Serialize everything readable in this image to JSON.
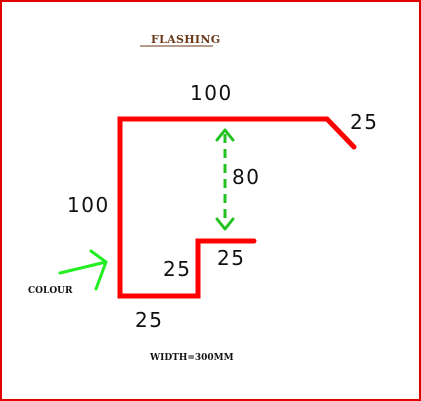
{
  "title": "FLASHING",
  "dimensions": {
    "top": "100",
    "lip_top": "25",
    "height_gap": "80",
    "left": "100",
    "step_top": "25",
    "step_side": "25",
    "bottom": "25"
  },
  "labels": {
    "colour": "COLOUR",
    "width": "WIDTH=300MM"
  },
  "colors": {
    "profile": "#ff0000",
    "dimension_arrow": "#22c222",
    "colour_pointer": "#22ee22",
    "frame": "#e00000",
    "title": "#6b3a1a"
  }
}
